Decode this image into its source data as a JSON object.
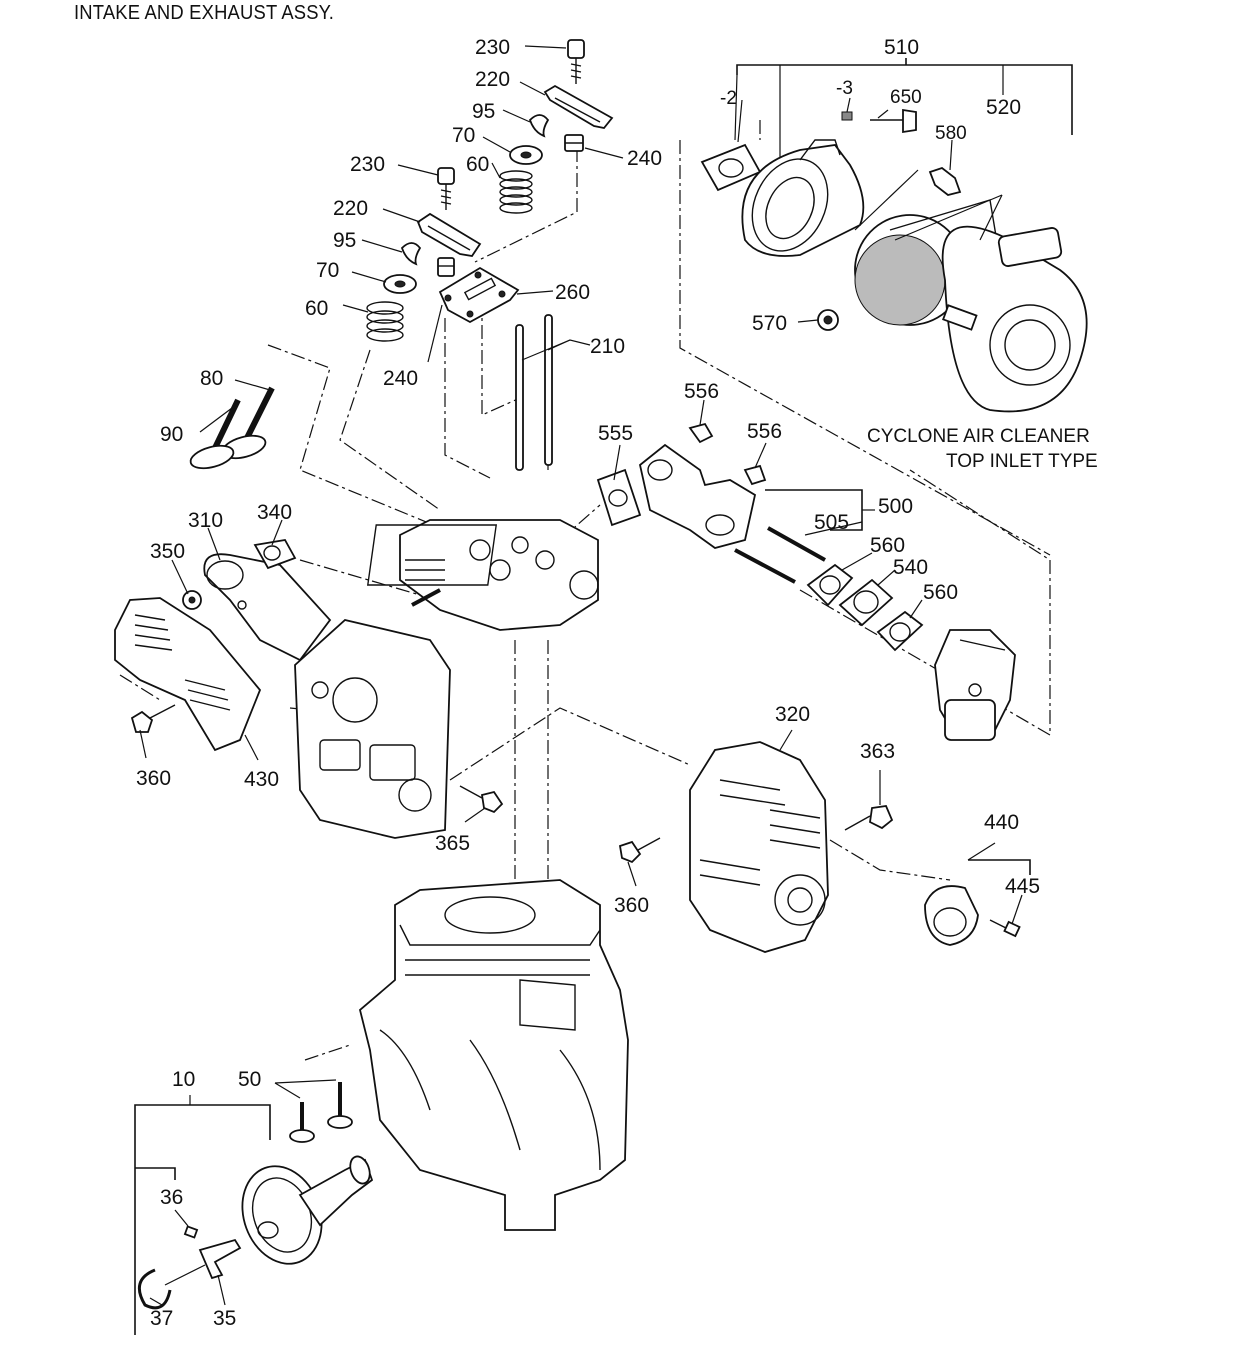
{
  "title": "INTAKE AND EXHAUST ASSY.",
  "caption": {
    "line1": "CYCLONE AIR CLEANER",
    "line2": "TOP INLET TYPE"
  },
  "labels": {
    "p230a": "230",
    "p220a": "220",
    "p95a": "95",
    "p70a": "70",
    "p230b": "230",
    "p60a": "60",
    "p240a": "240",
    "p220b": "220",
    "p95b": "95",
    "p70b": "70",
    "p60b": "60",
    "p260": "260",
    "p240b": "240",
    "p210": "210",
    "p80": "80",
    "p90": "90",
    "p510": "510",
    "p2": "-2",
    "p3": "-3",
    "p650": "650",
    "p520": "520",
    "p580": "580",
    "p570": "570",
    "p556a": "556",
    "p555": "555",
    "p556b": "556",
    "p500": "500",
    "p505": "505",
    "p560a": "560",
    "p540": "540",
    "p560b": "560",
    "p310": "310",
    "p340": "340",
    "p350": "350",
    "p360a": "360",
    "p430": "430",
    "p365": "365",
    "p320": "320",
    "p363": "363",
    "p440": "440",
    "p445": "445",
    "p360b": "360",
    "p10": "10",
    "p50": "50",
    "p36": "36",
    "p37": "37",
    "p35": "35"
  }
}
